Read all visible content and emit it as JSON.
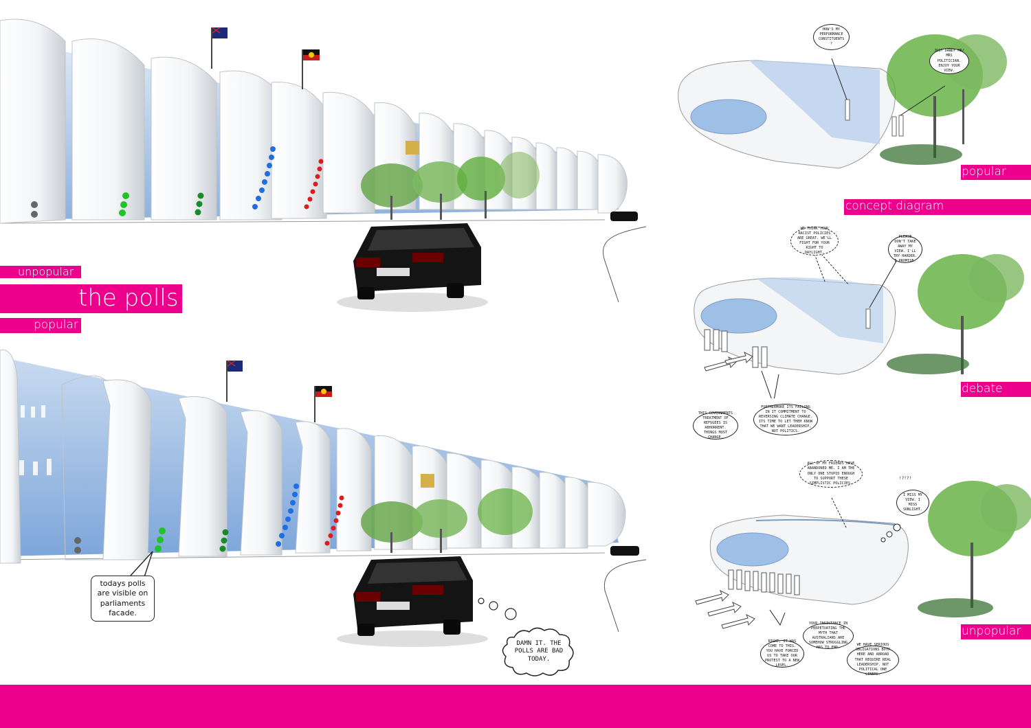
{
  "labels": {
    "scale_unpopular": "unpopular",
    "scale_title": "the polls",
    "scale_popular": "popular",
    "concept_diagram": "concept diagram",
    "state_popular": "popular",
    "state_debate": "debate",
    "state_unpopular": "unpopular"
  },
  "callouts": {
    "facade_note": "todays polls are visible on parliaments facade.",
    "car_thought": "DAMN IT. THE POLLS ARE BAD TODAY."
  },
  "bubbles_popular": {
    "politician": "HOW'S MY PERFORMANCE CONSTITUENTS ?",
    "citizens": "JUST DANDY MR/ MRS POLITICIAN. ENJOY YOUR VIEW."
  },
  "bubbles_debate": {
    "crowd_dashed": "WE THINK YOUR RACIST POLICIES ARE GREAT. WE'LL FIGHT FOR YOUR RIGHT TO DAYLIGHT.",
    "politician": "PLEASE DON'T TAKE AWAY MY VIEW. I'LL TRY HARDER. I PROMISE.",
    "protester_a": "THIS GOVERNMENTS TREATMENT OF REFUGEES IS ABHORRENT. THINGS MUST CHANGE.",
    "protester_b": "FURTHERMORE ITS FAILING IN IT COMMITMENT TO REVERSING CLIMATE CHANGE. ITS TIME TO LET THEM KNOW THAT WE WANT LEADERSHIP, NOT POLITICS."
  },
  "bubbles_unpopular": {
    "crowd_dashed": "ALL OF MY FRIENDS HAVE ABANDONED ME. I AM THE ONLY ONE STUPID ENOUGH TO SUPPORT THESE SIMPLISTIC POLICIES.",
    "exclaim": "!?!?!",
    "politician": "I MISS MY VIEW. I MISS SUNLIGHT.",
    "protester_a": "RIGHT, IT WAS COME TO THIS. YOU HAVE FORCED US TO TAKE OUR PROTEST TO A NEW LEVEL.",
    "protester_b": "YOUR INSISTANCE IN PERPETUATING THE MYTH THAT AUSTRALIANS ARE SOMEHOW STRUGGLING HAS TO END.",
    "protester_c": "WE HAVE SERIOUS OBLIGATIONS BOTH HERE AND ABROAD THAT REQUIRE REAL LEADERSHIP. NOT POLITICAL ONE LINERS."
  },
  "colors": {
    "magenta": "#ec008c",
    "facade_white": "#f4f6f8",
    "glass_blue": "#9fc0e6",
    "dot_grey": "#666666",
    "dot_green": "#22c22a",
    "dot_darkgreen": "#1a8a2a",
    "dot_blue": "#1f6fe0",
    "dot_red": "#d81e1e",
    "tree_green": "#5fae3c"
  },
  "icons": {
    "flag_australia": "australian-flag-icon",
    "flag_aboriginal": "aboriginal-flag-icon",
    "car": "black-sedan-icon",
    "tree": "tree-icon",
    "arrow": "push-arrow-icon"
  }
}
